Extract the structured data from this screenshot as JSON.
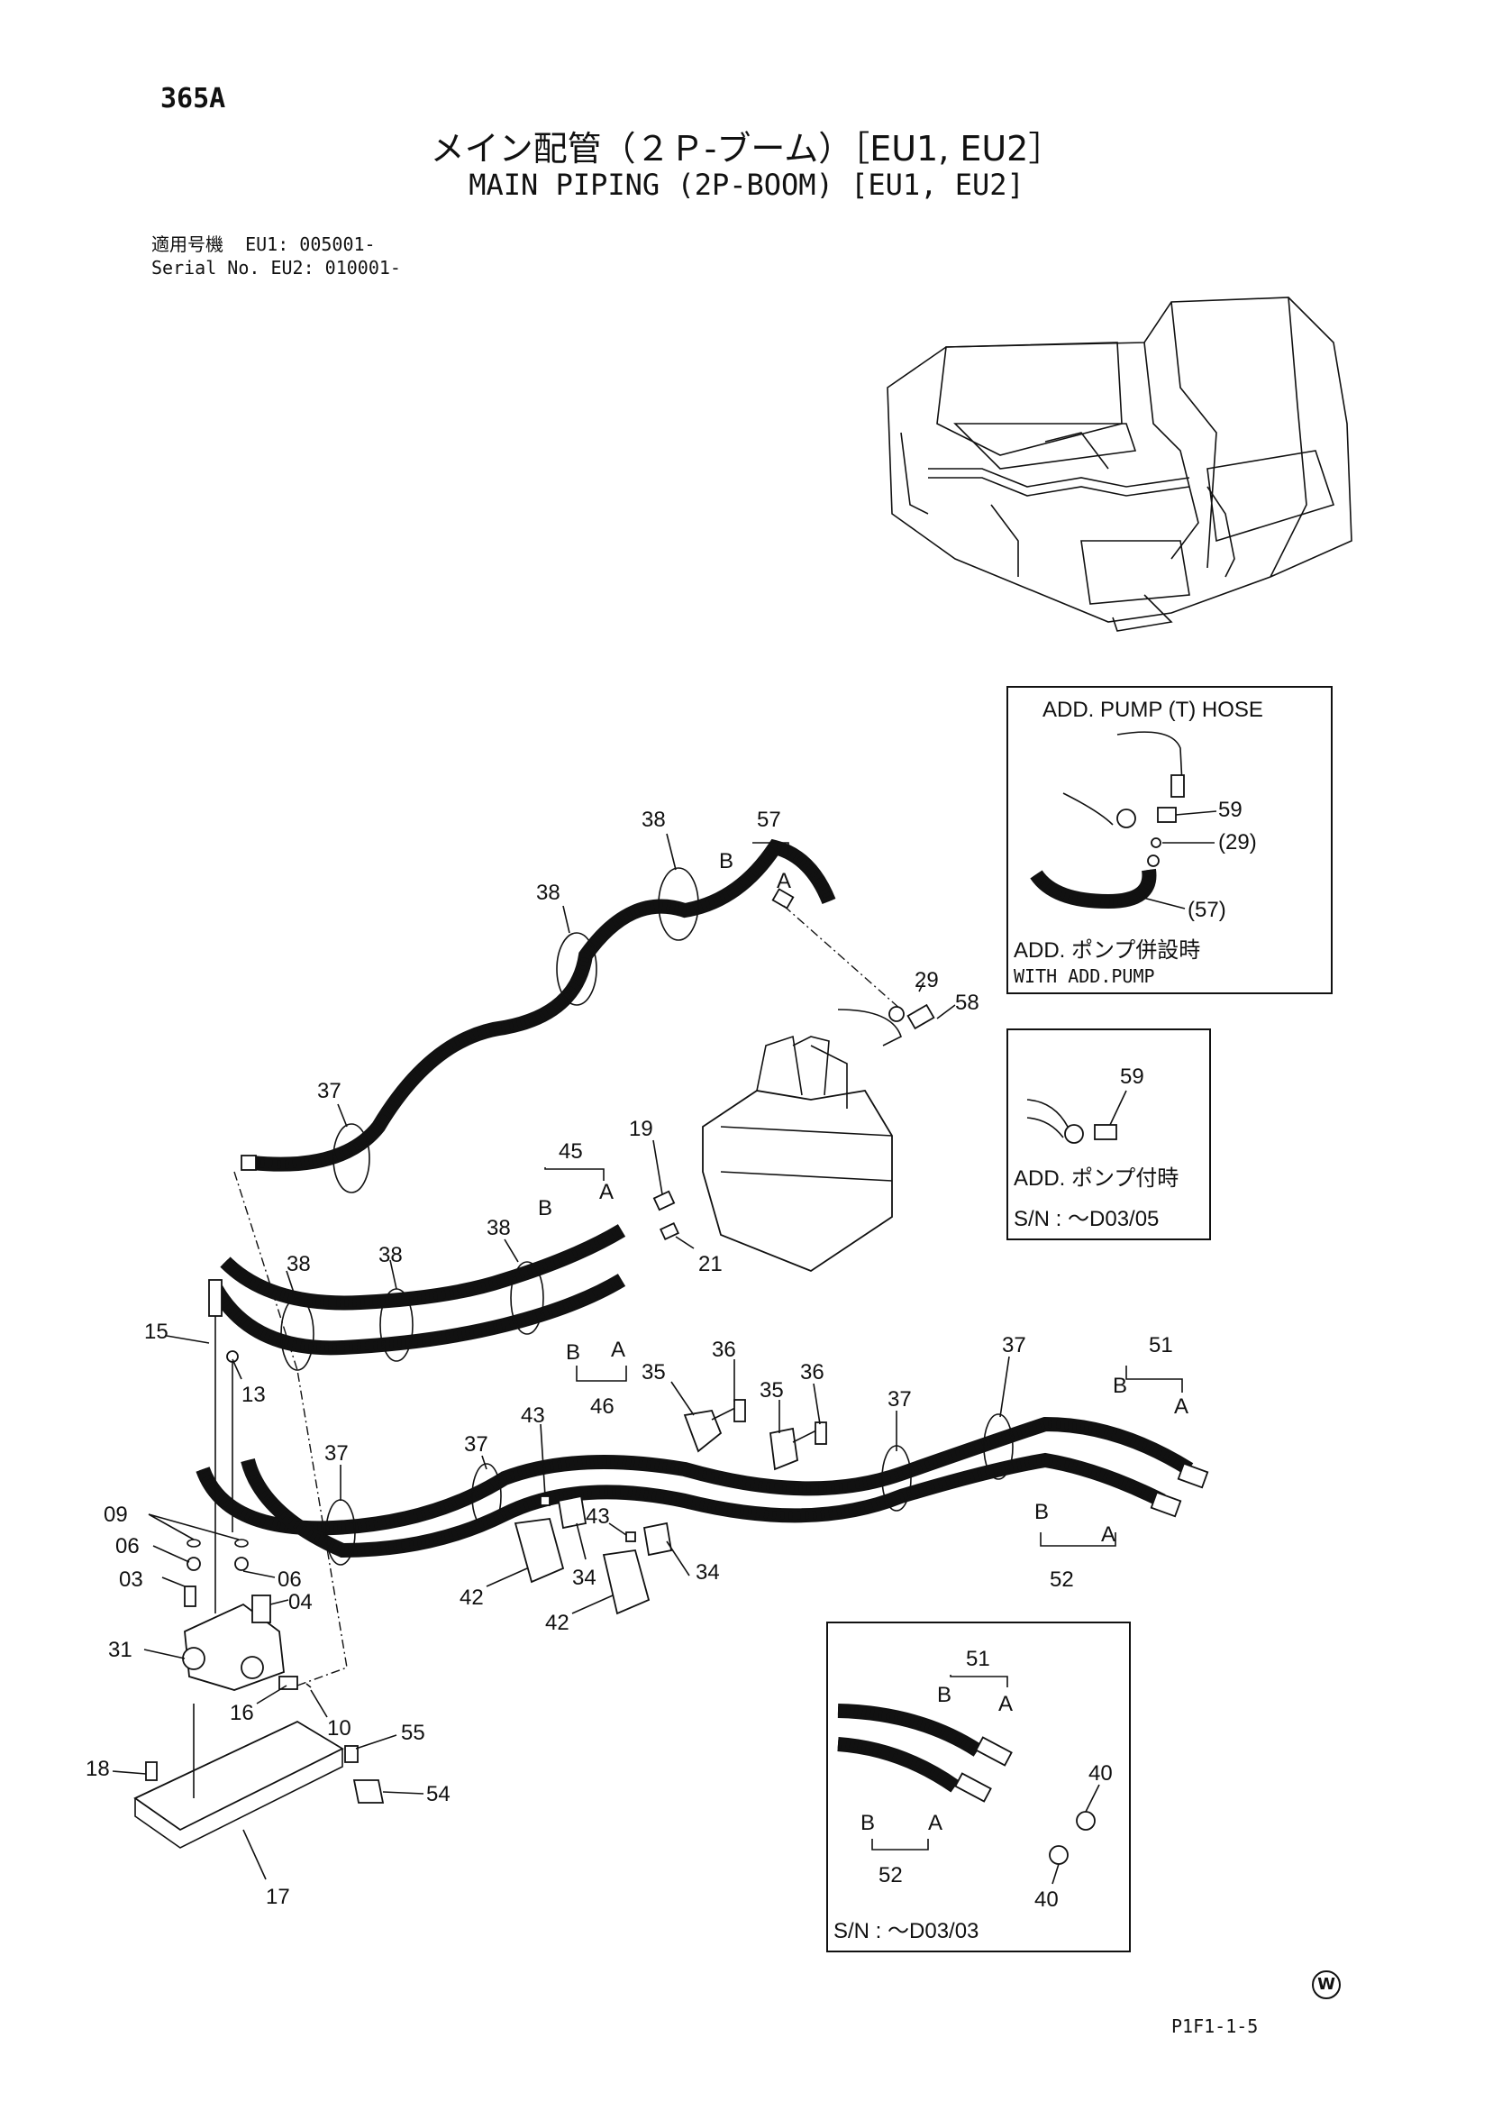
{
  "header": {
    "page_number": "365A",
    "title_jp": "メイン配管（２Ｐ-ブーム）［EU1, EU2］",
    "title_en": "MAIN PIPING (2P-BOOM) [EU1, EU2]",
    "serial_label_jp": "適用号機",
    "serial_label_en": "Serial No.",
    "serial_eu1": "EU1: 005001-",
    "serial_eu2": "EU2: 010001-"
  },
  "inset_pump_hose": {
    "title": "ADD. PUMP (T) HOSE",
    "note_jp": "ADD. ポンプ併設時",
    "note_en": "WITH ADD.PUMP",
    "labels": [
      "59",
      "(29)",
      "(57)"
    ]
  },
  "inset_pump_attached": {
    "label": "59",
    "note_jp": "ADD. ポンプ付時",
    "serial": "S/N :   ～D03/05"
  },
  "inset_hoses": {
    "labels": [
      "51",
      "B",
      "A",
      "40",
      "B",
      "A",
      "52",
      "40"
    ],
    "serial": "S/N : ～D03/03"
  },
  "callouts": {
    "c38a": "38",
    "c57": "57",
    "cB57": "B",
    "cA57": "A",
    "c38b": "38",
    "c29": "29",
    "c58": "58",
    "c37a": "37",
    "c19": "19",
    "c45": "45",
    "cB45": "B",
    "cA45": "A",
    "c38c": "38",
    "c38d": "38",
    "c38e": "38",
    "c21": "21",
    "c15": "15",
    "c13": "13",
    "cB46": "B",
    "cA46": "A",
    "c46": "46",
    "c36a": "36",
    "c35a": "35",
    "c36b": "36",
    "c35b": "35",
    "c37b": "37",
    "c37c": "37",
    "c51": "51",
    "cB51": "B",
    "cA51": "A",
    "c37d": "37",
    "c43a": "43",
    "c37e": "37",
    "c09": "09",
    "c06a": "06",
    "c06b": "06",
    "c03": "03",
    "c04": "04",
    "c31": "31",
    "c43b": "43",
    "c34a": "34",
    "c34b": "34",
    "c42a": "42",
    "c42b": "42",
    "cB52": "B",
    "cA52": "A",
    "c52": "52",
    "c16": "16",
    "c10": "10",
    "c55": "55",
    "c18": "18",
    "c54": "54",
    "c17": "17"
  },
  "footer": {
    "code": "P1F1-1-5",
    "mark": "W"
  }
}
